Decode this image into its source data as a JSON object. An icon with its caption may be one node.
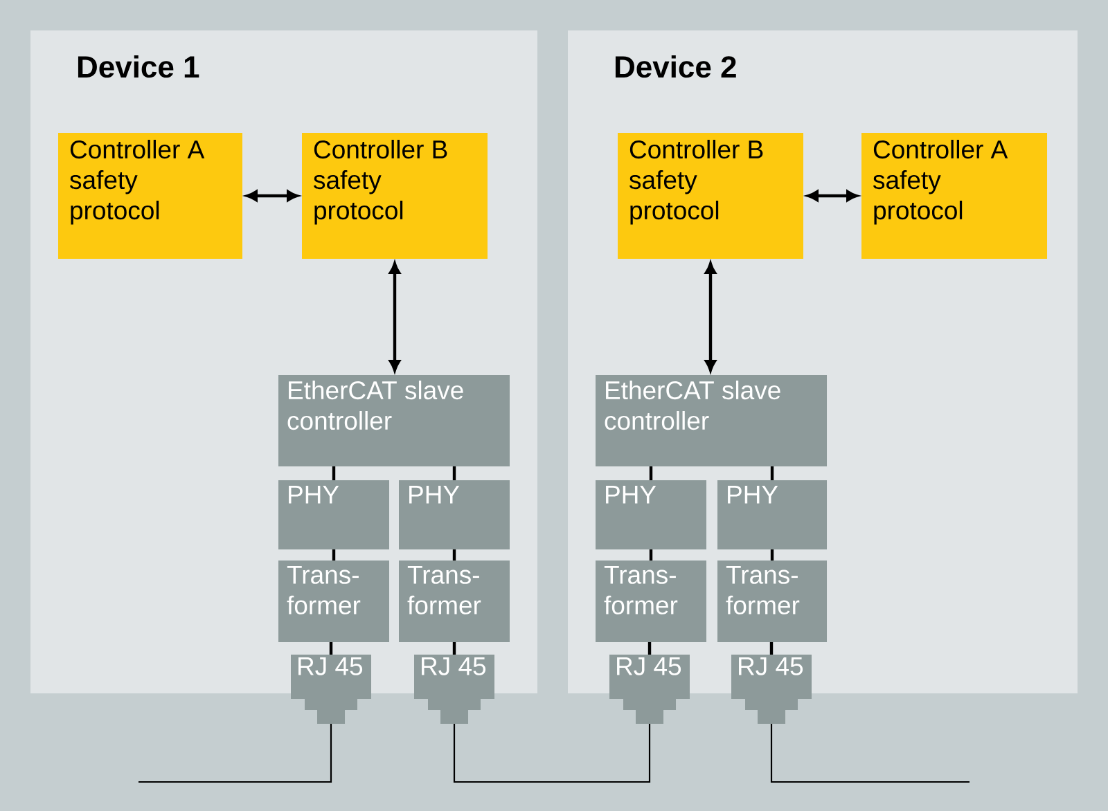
{
  "diagram": {
    "nodes": [
      {
        "text": [
          "Device 1"
        ]
      },
      {
        "text": [
          "Controller A safety protocol"
        ],
        "in": 0
      },
      {
        "text": [
          "Controller B safety protocol"
        ],
        "in": 0
      },
      {
        "text": [
          "EtherCAT slave controller"
        ],
        "in": 0
      },
      {
        "text": [
          "PHY"
        ],
        "in": 0
      },
      {
        "text": [
          "PHY"
        ],
        "in": 0
      },
      {
        "text": [
          "Trans- former"
        ],
        "in": 0
      },
      {
        "text": [
          "Trans- former"
        ],
        "in": 0
      },
      {
        "text": [
          "RJ 45"
        ]
      },
      {
        "text": [
          "RJ 45"
        ]
      },
      {
        "text": [
          "Device 2"
        ]
      },
      {
        "text": [
          "Controller B safety protocol"
        ],
        "in": 10
      },
      {
        "text": [
          "Controller A safety protocol"
        ],
        "in": 10
      },
      {
        "text": [
          "EtherCAT slave controller"
        ],
        "in": 10
      },
      {
        "text": [
          "PHY"
        ],
        "in": 10
      },
      {
        "text": [
          "PHY"
        ],
        "in": 10
      },
      {
        "text": [
          "Trans- former"
        ],
        "in": 10
      },
      {
        "text": [
          "Trans- former"
        ],
        "in": 10
      },
      {
        "text": [
          "RJ 45"
        ]
      },
      {
        "text": [
          "RJ 45"
        ]
      }
    ],
    "edges": [
      {
        "from": 1,
        "to": 2,
        "arrow": "both"
      },
      {
        "from": 2,
        "to": 3,
        "arrow": "both"
      },
      {
        "from": 3,
        "to": 4,
        "arrow": "none"
      },
      {
        "from": 3,
        "to": 5,
        "arrow": "none"
      },
      {
        "from": 4,
        "to": 6,
        "arrow": "none"
      },
      {
        "from": 5,
        "to": 7,
        "arrow": "none"
      },
      {
        "from": 6,
        "to": 8,
        "arrow": "none"
      },
      {
        "from": 7,
        "to": 9,
        "arrow": "none"
      },
      {
        "from": 11,
        "to": 12,
        "arrow": "both"
      },
      {
        "from": 11,
        "to": 13,
        "arrow": "both"
      },
      {
        "from": 13,
        "to": 14,
        "arrow": "none"
      },
      {
        "from": 13,
        "to": 15,
        "arrow": "none"
      },
      {
        "from": 14,
        "to": 16,
        "arrow": "none"
      },
      {
        "from": 15,
        "to": 17,
        "arrow": "none"
      },
      {
        "from": 16,
        "to": 18,
        "arrow": "none"
      },
      {
        "from": 17,
        "to": 19,
        "arrow": "none"
      },
      {
        "from": 8,
        "to": null,
        "arrow": "none"
      },
      {
        "from": 9,
        "to": 18,
        "arrow": "none"
      },
      {
        "from": 19,
        "to": null,
        "arrow": "none"
      }
    ]
  }
}
